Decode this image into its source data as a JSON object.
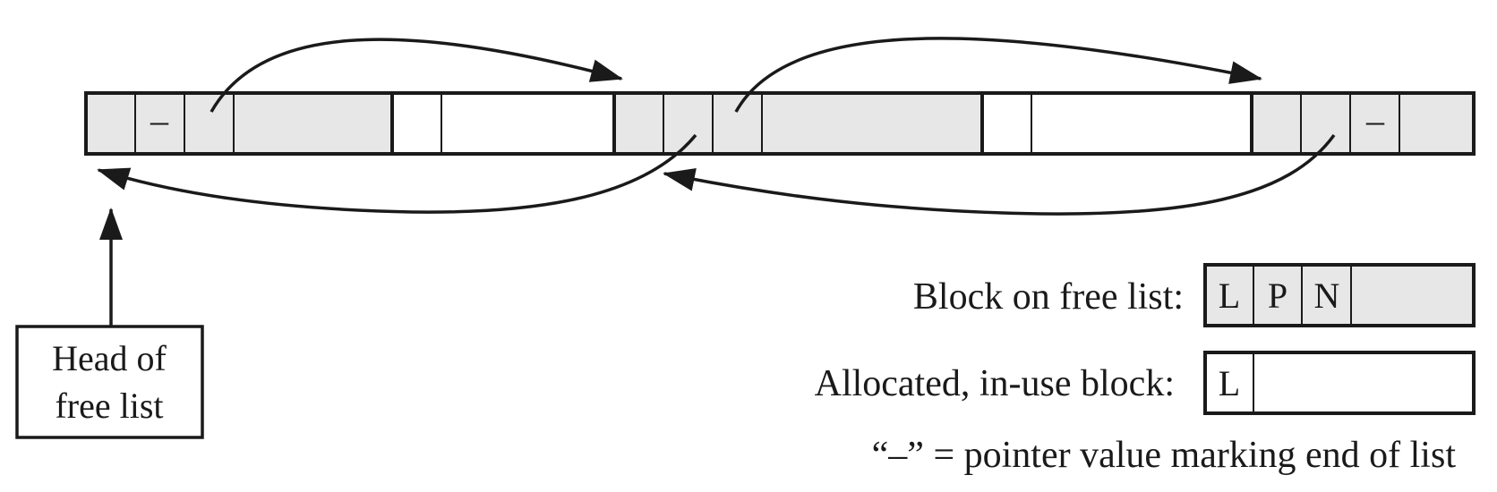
{
  "list_blocks": [
    {
      "type": "free",
      "fields": [
        "",
        "–",
        "",
        ""
      ]
    },
    {
      "type": "allocated",
      "fields": [
        "",
        ""
      ]
    },
    {
      "type": "free",
      "fields": [
        "",
        "",
        "",
        ""
      ]
    },
    {
      "type": "allocated",
      "fields": [
        "",
        ""
      ]
    },
    {
      "type": "free",
      "fields": [
        "",
        "",
        "–",
        ""
      ]
    }
  ],
  "head_box": {
    "line1": "Head of",
    "line2": "free list"
  },
  "legend": {
    "free_label": "Block on free list:",
    "free_fields": [
      "L",
      "P",
      "N"
    ],
    "alloc_label": "Allocated, in-use block:",
    "alloc_fields": [
      "L"
    ],
    "end_marker_note": "“–” = pointer value marking end of list"
  },
  "colors": {
    "free_fill": "#e6e7e6",
    "alloc_fill": "#ffffff",
    "stroke": "#1a1a1a"
  }
}
